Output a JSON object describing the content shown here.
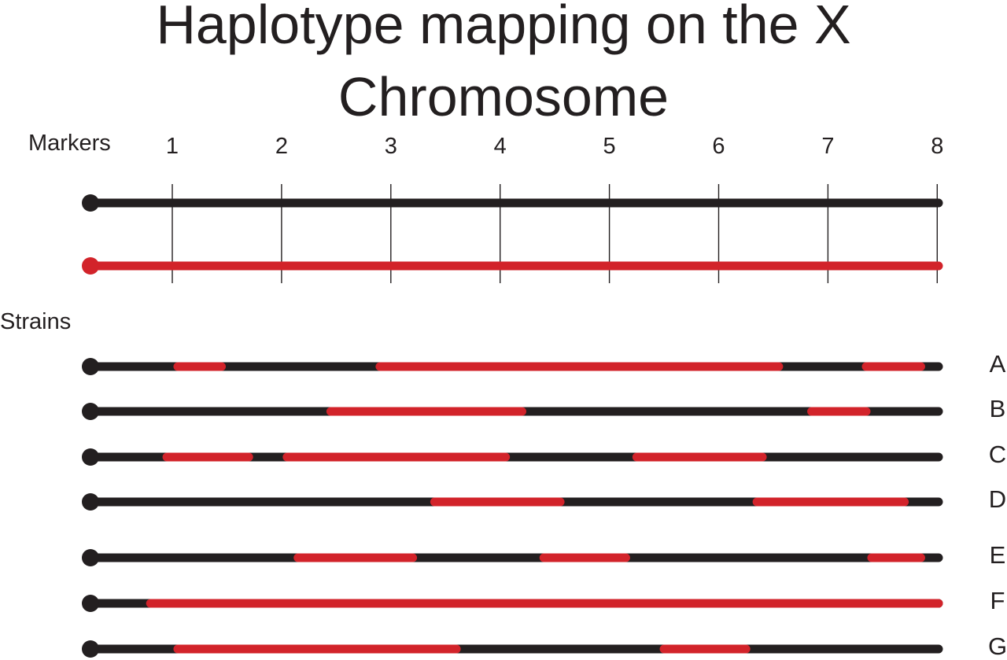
{
  "title": {
    "line1": "Haplotype mapping on the X",
    "line2": "Chromosome"
  },
  "labels": {
    "markers": "Markers",
    "strains": "Strains"
  },
  "colors": {
    "black": "#231f20",
    "red": "#d2232a",
    "marker_line": "#231f20"
  },
  "markers": [
    "1",
    "2",
    "3",
    "4",
    "5",
    "6",
    "7",
    "8"
  ],
  "reference_chromosomes": [
    {
      "color": "black"
    },
    {
      "color": "red"
    }
  ],
  "strains": [
    {
      "name": "A",
      "red_segments": [
        [
          1.05,
          1.45
        ],
        [
          2.9,
          6.55
        ],
        [
          7.35,
          7.85
        ]
      ]
    },
    {
      "name": "B",
      "red_segments": [
        [
          2.45,
          4.2
        ],
        [
          6.85,
          7.35
        ]
      ]
    },
    {
      "name": "C",
      "red_segments": [
        [
          0.95,
          1.7
        ],
        [
          2.05,
          4.05
        ],
        [
          5.25,
          6.4
        ]
      ]
    },
    {
      "name": "D",
      "red_segments": [
        [
          3.4,
          4.55
        ],
        [
          6.35,
          7.7
        ]
      ]
    },
    {
      "name": "E",
      "red_segments": [
        [
          2.15,
          3.2
        ],
        [
          4.4,
          5.15
        ],
        [
          7.4,
          7.85
        ]
      ]
    },
    {
      "name": "F",
      "red_segments": [
        [
          0.8,
          8.05
        ]
      ]
    },
    {
      "name": "G",
      "red_segments": [
        [
          1.05,
          3.6
        ],
        [
          5.5,
          6.25
        ]
      ]
    }
  ]
}
